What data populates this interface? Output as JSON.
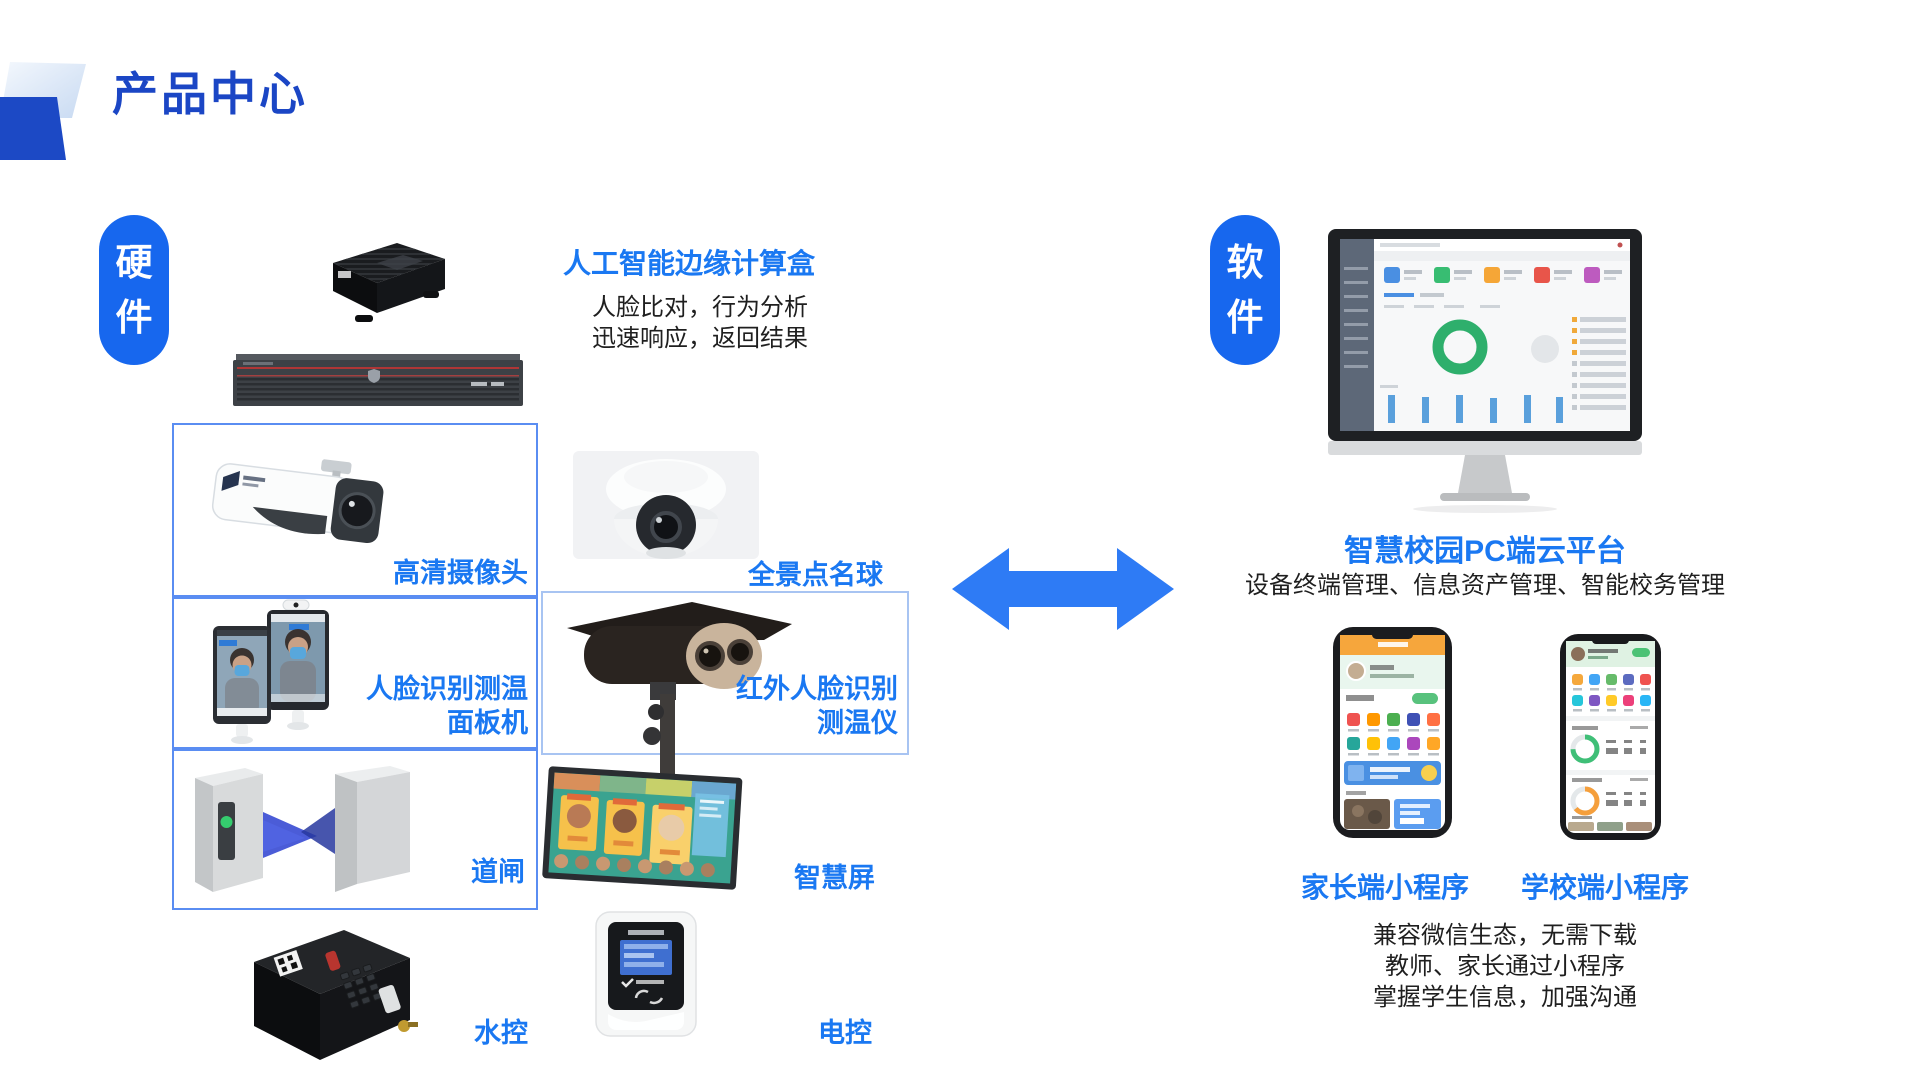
{
  "slide": {
    "title": "产品中心"
  },
  "hardware": {
    "badge": "硬件",
    "edge_box": {
      "title": "人工智能边缘计算盒",
      "desc1": "人脸比对，行为分析",
      "desc2": "迅速响应，返回结果"
    },
    "labels": {
      "hd_camera": "高清摄像头",
      "dome_camera": "全景点名球",
      "face_panel_line1": "人脸识别测温",
      "face_panel_line2": "面板机",
      "ir_camera_line1": "红外人脸识别",
      "ir_camera_line2": "测温仪",
      "gate": "道闸",
      "smart_screen": "智慧屏",
      "water_control": "水控",
      "power_control": "电控"
    }
  },
  "software": {
    "badge": "软件",
    "pc_platform": {
      "title": "智慧校园PC端云平台",
      "desc": "设备终端管理、信息资产管理、智能校务管理"
    },
    "mini_programs": {
      "parent": "家长端小程序",
      "school": "学校端小程序",
      "desc1": "兼容微信生态，无需下载",
      "desc2": "教师、家长通过小程序",
      "desc3": "掌握学生信息，加强沟通"
    }
  },
  "colors": {
    "title_blue": "#1b46c5",
    "accent_blue": "#1a78f2",
    "badge_blue": "#1767ee",
    "arrow_blue": "#2e7bf5",
    "box_border_blue": "#5a8df2",
    "box_border_light": "#a8c4f2"
  }
}
